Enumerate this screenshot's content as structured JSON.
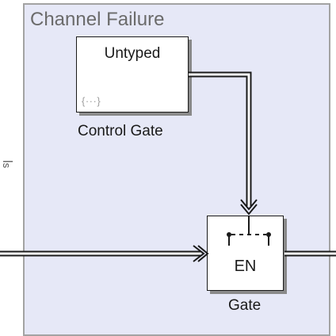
{
  "region": {
    "title": "Channel Failure"
  },
  "control_gate": {
    "title": "Untyped",
    "symbol": "{···}",
    "caption": "Control Gate"
  },
  "gate": {
    "enable_label": "EN",
    "caption": "Gate"
  },
  "partial_label": "ꟾs",
  "colors": {
    "region_fill": "#e6e8f7",
    "region_border": "#a3a3a3",
    "block_border": "#1a1a1a",
    "shadow": "#8a8a8a"
  }
}
